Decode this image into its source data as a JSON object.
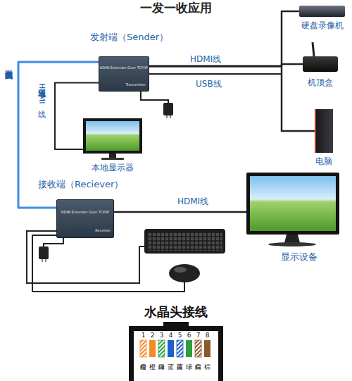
{
  "diagram": {
    "title": "一发一收应用",
    "nodes": [
      {
        "text": [
          "发射端（Sender）",
          "HDMI Extender Over TCP/IP",
          "Transmitter"
        ]
      },
      {
        "text": [
          "硬盘录像机"
        ]
      },
      {
        "text": [
          "机顶盒"
        ]
      },
      {
        "text": [
          "电脑"
        ]
      },
      {
        "text": [
          "本地显示器"
        ]
      },
      {
        "text": [
          "接收端（Reciever）",
          "HDMI Extender Over TCP/IP",
          "Receiver"
        ]
      },
      {
        "text": [
          "显示设备"
        ]
      },
      {
        "text": [
          "水晶头接线"
        ]
      }
    ],
    "edges": [
      {
        "from": 0,
        "to": 1,
        "label": "HDMI线",
        "arrow": "none"
      },
      {
        "from": 0,
        "to": 2,
        "arrow": "none"
      },
      {
        "from": 0,
        "to": 3,
        "arrow": "none"
      },
      {
        "from": 0,
        "to": 1,
        "label": "USB线",
        "arrow": "none"
      },
      {
        "from": 0,
        "to": 2,
        "arrow": "none"
      },
      {
        "from": 0,
        "to": 3,
        "arrow": "none"
      },
      {
        "from": 0,
        "to": 4,
        "label": "本地环通HDMI线",
        "arrow": "none"
      },
      {
        "from": 0,
        "to": 5,
        "label": "超五类或六类全纯铜网线",
        "arrow": "none"
      },
      {
        "from": 5,
        "to": 6,
        "label": "HDMI线",
        "arrow": "none"
      }
    ],
    "labels": [
      "1",
      "2",
      "3",
      "4",
      "5",
      "6",
      "7",
      "8",
      "白橙",
      "橙",
      "白绿",
      "蓝",
      "白蓝",
      "绿",
      "白棕",
      "棕"
    ]
  }
}
